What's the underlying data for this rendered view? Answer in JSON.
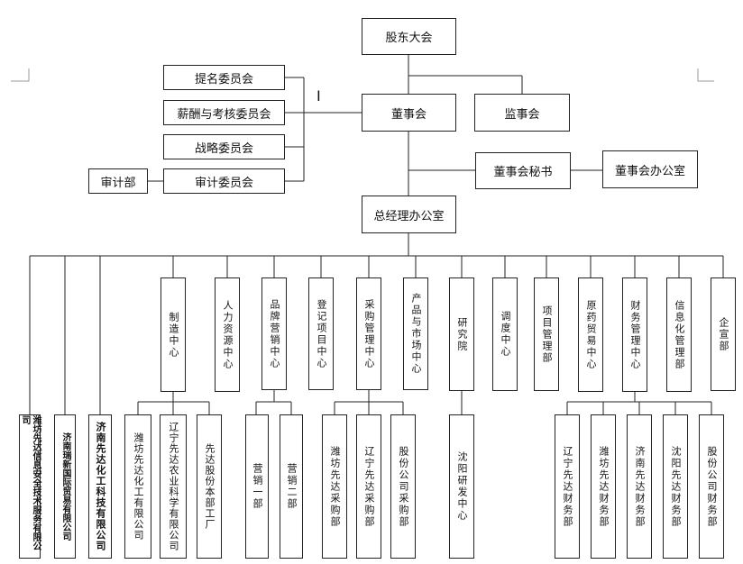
{
  "top": {
    "shareholders": "股东大会",
    "board": "董事会",
    "supervisors": "监事会",
    "board_secretary": "董事会秘书",
    "board_office": "董事会办公室",
    "gm_office": "总经理办公室"
  },
  "committees": {
    "nomination": "提名委员会",
    "compensation": "薪酬与考核委员会",
    "strategy": "战略委员会",
    "audit": "审计委员会",
    "audit_dept": "审计部"
  },
  "cursor_mark": "I",
  "subsidiaries": {
    "s1": "潍坊先达信息安全技术服务有限公司",
    "s2": "济南瑞新国际贸易有限公司",
    "s3": "济南先达化工科技有限公司"
  },
  "centers": {
    "manufacturing": "制造中心",
    "hr": "人力资源中心",
    "brand": "品牌营销中心",
    "registration": "登记项目中心",
    "procurement": "采购管理中心",
    "product": "产品与市场中心",
    "research": "研究院",
    "dispatch": "调度中心",
    "project": "项目管理部",
    "materials": "原药贸易中心",
    "finance": "财务管理中心",
    "it": "信息化管理部",
    "enterprise": "企宣部"
  },
  "sub_units": {
    "mfg_weifang": "潍坊先达化工有限公司",
    "mfg_liaoning": "辽宁先达农业科学有限公司",
    "mfg_plant": "先达股份本部工厂",
    "sales_1": "营销一部",
    "sales_2": "营销二部",
    "proc_weifang": "潍坊先达采购部",
    "proc_liaoning": "辽宁先达采购部",
    "proc_company": "股份公司采购部",
    "rd_shenyang": "沈阳研发中心",
    "fin_liaoning": "辽宁先达财务部",
    "fin_weifang": "潍坊先达财务部",
    "fin_jinan": "济南先达财务部",
    "fin_shenyang": "沈阳先达财务部",
    "fin_company": "股份公司财务部"
  }
}
